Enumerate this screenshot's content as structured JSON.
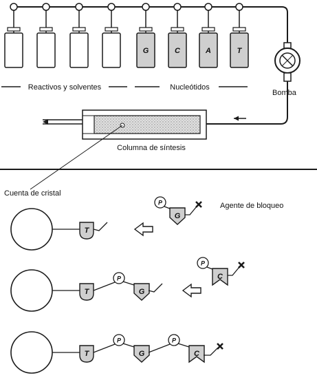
{
  "labels": {
    "reagents": "Reactivos y solventes",
    "nucleotides": "Nucleótidos",
    "pump": "Bomba",
    "column": "Columna de síntesis",
    "bead": "Cuenta de cristal",
    "blocking": "Agente de bloqueo"
  },
  "reservoir_bases": [
    "G",
    "C",
    "A",
    "T"
  ],
  "phosphate": "P",
  "steps": [
    {
      "chain": [
        "T"
      ],
      "incoming": "G"
    },
    {
      "chain": [
        "T",
        "G"
      ],
      "incoming": "C"
    },
    {
      "chain": [
        "T",
        "G",
        "C"
      ],
      "incoming": null
    }
  ],
  "colors": {
    "ink": "#1a1a1a",
    "shade": "#cfcfcf",
    "column_fill": "#d6d6d6"
  }
}
